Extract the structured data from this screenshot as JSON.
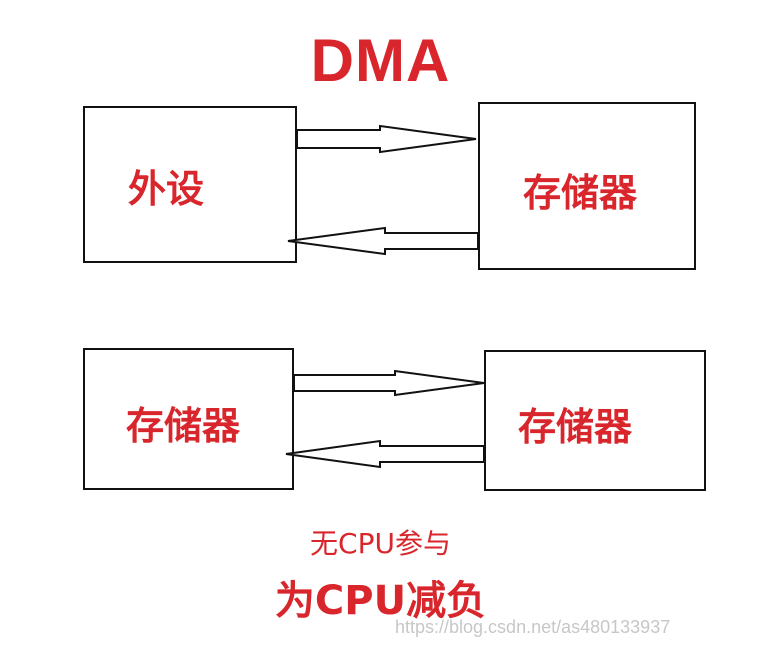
{
  "title": "DMA",
  "diagrams": [
    {
      "left_label": "外设",
      "right_label": "存储器"
    },
    {
      "left_label": "存储器",
      "right_label": "存储器"
    }
  ],
  "note_no_cpu": "无CPU参与",
  "note_reduce_cpu": "为CPU减负",
  "watermark": "https://blog.csdn.net/as480133937",
  "colors": {
    "label": "#d8262c",
    "border": "#111111",
    "watermark": "#c7c7c7"
  }
}
